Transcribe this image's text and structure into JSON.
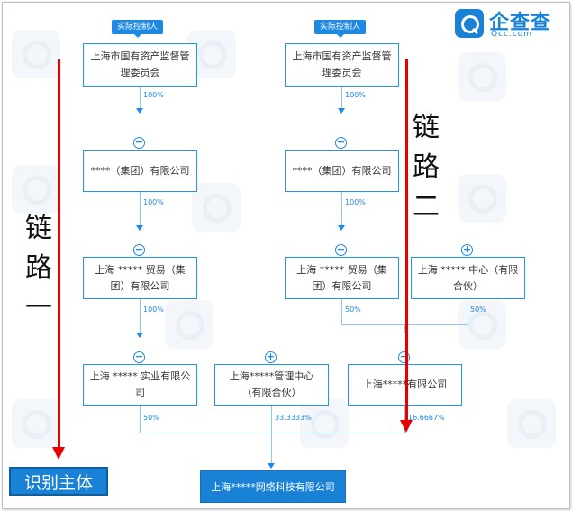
{
  "logo": {
    "name": "企查查",
    "sub": "Qcc.com"
  },
  "tags": {
    "left": "实际控制人",
    "right": "实际控制人"
  },
  "nodes": {
    "gov_left": "上海市国有资产监督管理委员会",
    "gov_right": "上海市国有资产监督管理委员会",
    "group_left": "****（集团）有限公司",
    "group_right": "****（集团）有限公司",
    "trade_left": "上海 ***** 贸易（集团）有限公司",
    "trade_right": "上海 ***** 贸易（集团）有限公司",
    "center": "上海 ***** 中心（有限合伙）",
    "industry": "上海 ***** 实业有限公司",
    "mgmt_center": "上海*****管理中心（有限合伙）",
    "co_limited": "上海*****有限公司",
    "target": "上海*****网络科技有限公司"
  },
  "percents": {
    "p1": "100%",
    "p2": "100%",
    "p3": "100%",
    "p4": "100%",
    "p5": "100%",
    "p6": "50%",
    "p7": "50%",
    "p8": "50%",
    "p9": "33.3333%",
    "p10": "16.6667%"
  },
  "toggles": {
    "minus": "−",
    "plus": "+"
  },
  "routes": {
    "one": [
      "链",
      "路",
      "一"
    ],
    "two": [
      "链",
      "路",
      "二"
    ]
  },
  "identify_label": "识别主体"
}
